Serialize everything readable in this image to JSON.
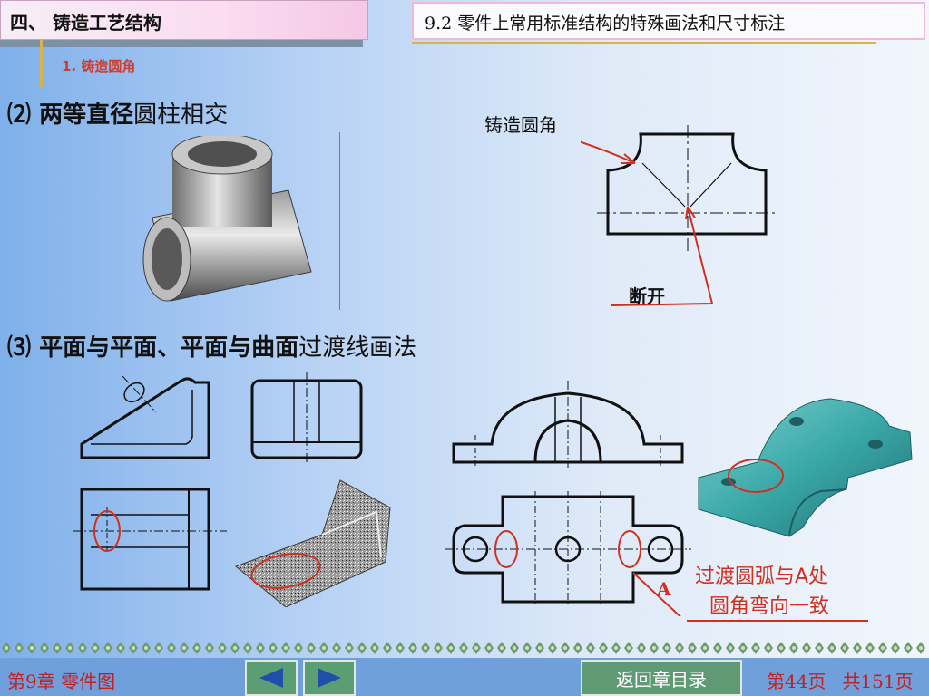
{
  "header": {
    "section_title": "四、 铸造工艺结构",
    "subtitle": "9.2 零件上常用标准结构的特殊画法和尺寸标注",
    "item_label": "1. 铸造圆角"
  },
  "headings": {
    "h2_num": "⑵",
    "h2_bold": "两等直径",
    "h2_light": "圆柱相交",
    "h3_num": "⑶",
    "h3_bold": "平面与平面、平面与曲面",
    "h3_light": "过渡线画法"
  },
  "labels": {
    "casting_round": "铸造圆角",
    "break": "断开",
    "point_a": "A",
    "transition_line1": "过渡圆弧与A处",
    "transition_line2": "圆角弯向一致"
  },
  "footer": {
    "chapter": "第9章 零件图",
    "back_label": "返回章目录",
    "page": "第44页",
    "total": "共151页"
  },
  "colors": {
    "accent_red": "#d32f1e",
    "nav_green": "#5c9d74",
    "footer_blue": "#6fa0dc",
    "gold_line": "#d8b34a"
  },
  "icons": {
    "prev": "triangle-left-icon",
    "next": "triangle-right-icon"
  }
}
